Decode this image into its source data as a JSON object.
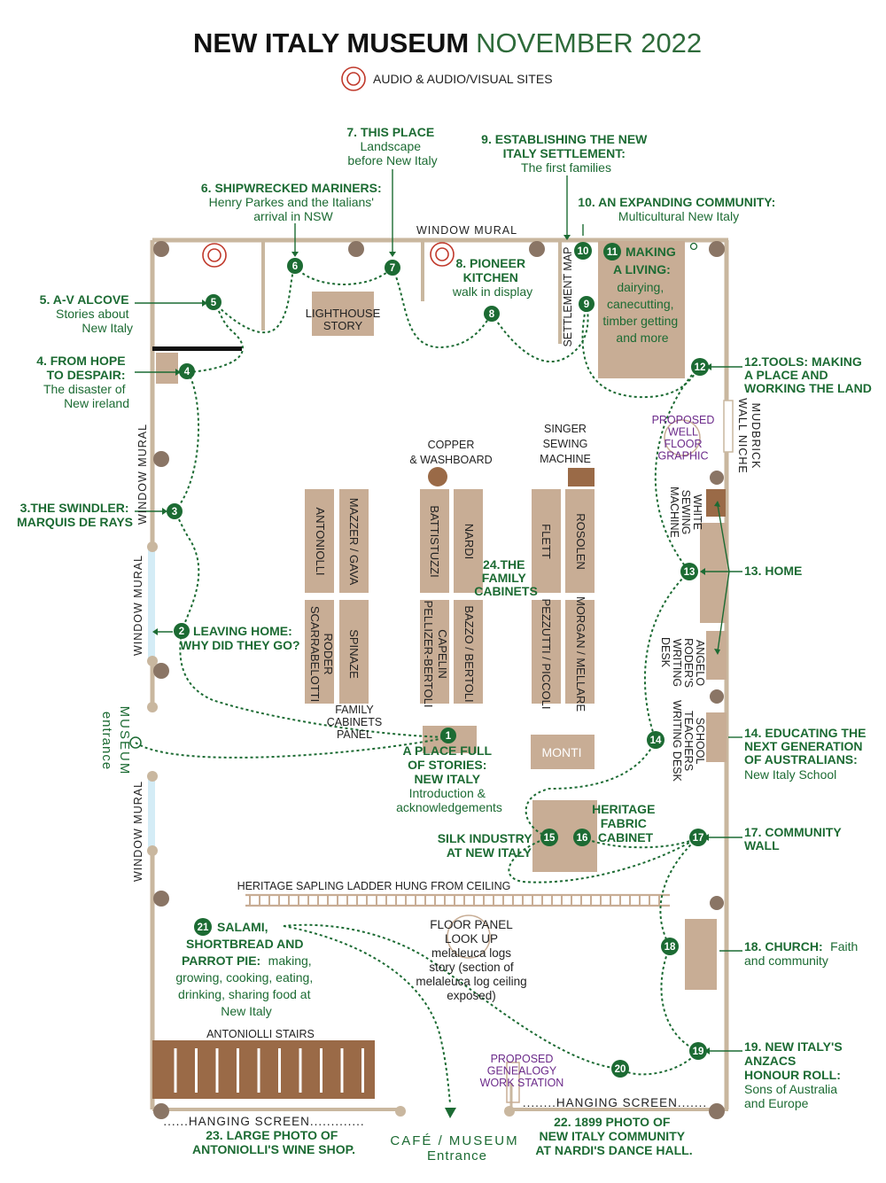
{
  "title": {
    "bold": "NEW ITALY MUSEUM",
    "light": "NOVEMBER 2022"
  },
  "legend": {
    "label": "AUDIO &  AUDIO/VISUAL SITES",
    "icon": "audio-site-icon"
  },
  "colors": {
    "green": "#1c6b33",
    "tan": "#c8ad95",
    "wall": "#c9b79f",
    "brown": "#9a6a47",
    "purple": "#6b2a8a",
    "window": "#d4ecf6"
  },
  "walls": {
    "window_mural_top": "WINDOW MURAL",
    "window_mural_left_1": "WINDOW MURAL",
    "window_mural_left_2": "WINDOW MURAL",
    "window_mural_left_3": "WINDOW MURAL",
    "settlement_map": "SETTLEMENT MAP",
    "mudbrick": [
      "MUDBRICK",
      "WALL NICHE"
    ],
    "heritage_ladder": "HERITAGE SAPLING LADDER HUNG FROM CEILING",
    "hanging_screen_left": "......HANGING SCREEN.............",
    "hanging_screen_right": "........HANGING SCREEN.......",
    "antoniolli_stairs": "ANTONIOLLI STAIRS"
  },
  "entrances": {
    "museum": [
      "MUSEUM",
      "entrance"
    ],
    "cafe": [
      "CAFÉ / MUSEUM",
      "Entrance"
    ]
  },
  "objects": {
    "lighthouse": [
      "LIGHTHOUSE",
      "STORY"
    ],
    "copper": [
      "COPPER",
      "& WASHBOARD"
    ],
    "singer": [
      "SINGER",
      "SEWING",
      "MACHINE"
    ],
    "white_sewing": [
      "WHITE",
      "SEWING",
      "MACHINE"
    ],
    "angelo_desk": [
      "ANGELO",
      "RODER'S",
      "WRITING",
      "DESK"
    ],
    "school_desk": [
      "SCHOOL",
      "TEACHERS",
      "WRITING DESK"
    ],
    "family_panel": [
      "FAMILY",
      "CABINETS",
      "PANEL"
    ],
    "monti": "MONTI",
    "proposed_well": [
      "PROPOSED",
      "WELL",
      "FLOOR",
      "GRAPHIC"
    ],
    "proposed_genealogy": [
      "PROPOSED",
      "GENEALOGY",
      "WORK STATION"
    ],
    "floor_panel": [
      "FLOOR PANEL",
      "LOOK UP",
      "melaleuca logs",
      "story (section of",
      "melaleuca log ceiling",
      "exposed)"
    ]
  },
  "cabinets": {
    "c1": "ANTONIOLLI",
    "c2": "MAZZER / GAVA",
    "c3": "BATTISTUZZI",
    "c4": "NARDI",
    "c5": "FLETT",
    "c6": "ROSOLEN",
    "c7": "SCARRABELOTTI",
    "c7b": "RODER",
    "c8": "SPINAZE",
    "c9": "PELLIZER-BERTOLI",
    "c9b": "CAPELIN",
    "c10": "BAZZO / BERTOLI",
    "c11": "PEZZUTTI / PICCOLI",
    "c12": "MORGAN / MELLARE"
  },
  "stops": {
    "s1": {
      "num": "1",
      "lines": [
        "A PLACE FULL",
        "OF STORIES:",
        "NEW ITALY"
      ],
      "sub": [
        "Introduction &",
        "acknowledgements"
      ]
    },
    "s2": {
      "num": "2",
      "lines": [
        "LEAVING HOME:",
        "WHY DID THEY GO?"
      ]
    },
    "s3": {
      "num": "3",
      "lines": [
        "3.THE SWINDLER:",
        "MARQUIS DE RAYS"
      ]
    },
    "s4": {
      "num": "4",
      "lines": [
        "4. FROM HOPE",
        "TO DESPAIR:"
      ],
      "sub": [
        "The disaster of",
        "New ireland"
      ]
    },
    "s5": {
      "num": "5",
      "lines": [
        "5. A-V ALCOVE"
      ],
      "sub": [
        "Stories about",
        "New Italy"
      ]
    },
    "s6": {
      "num": "6",
      "lines": [
        "6. SHIPWRECKED MARINERS:"
      ],
      "sub": [
        "Henry Parkes and the Italians'",
        "arrival in NSW"
      ]
    },
    "s7": {
      "num": "7",
      "lines": [
        "7. THIS PLACE"
      ],
      "sub": [
        "Landscape",
        "before New Italy"
      ]
    },
    "s8": {
      "num": "8",
      "lines": [
        "8. PIONEER",
        "KITCHEN"
      ],
      "sub": [
        "walk in display"
      ]
    },
    "s9": {
      "num": "9",
      "lines": [
        "9. ESTABLISHING THE NEW",
        "ITALY SETTLEMENT:"
      ],
      "sub": [
        "The first families"
      ]
    },
    "s10": {
      "num": "10",
      "lines": [
        "10. AN EXPANDING COMMUNITY:"
      ],
      "sub": [
        "Multicultural New Italy"
      ]
    },
    "s11": {
      "num": "11",
      "lines": [
        "MAKING",
        "A LIVING:"
      ],
      "sub": [
        "dairying,",
        "canecutting,",
        "timber getting",
        "and more"
      ]
    },
    "s12": {
      "num": "12",
      "lines": [
        "12.TOOLS: MAKING",
        "A PLACE  AND",
        "WORKING THE LAND"
      ]
    },
    "s13": {
      "num": "13",
      "lines": [
        "13. HOME"
      ]
    },
    "s14": {
      "num": "14",
      "lines": [
        "14. EDUCATING THE",
        "NEXT GENERATION",
        "OF AUSTRALIANS:"
      ],
      "sub": [
        "New Italy School"
      ]
    },
    "s15": {
      "num": "15",
      "lines": [
        "SILK INDUSTRY",
        "AT NEW ITALY"
      ]
    },
    "s16": {
      "num": "16",
      "lines": [
        "HERITAGE",
        "FABRIC",
        "CABINET"
      ]
    },
    "s17": {
      "num": "17",
      "lines": [
        "17. COMMUNITY",
        "WALL"
      ]
    },
    "s18": {
      "num": "18",
      "lines": [
        "18. CHURCH:"
      ],
      "inline": "Faith",
      "sub": [
        "and community"
      ]
    },
    "s19": {
      "num": "19",
      "lines": [
        "19. NEW ITALY'S",
        "ANZACS",
        "HONOUR ROLL:"
      ],
      "sub": [
        "Sons of Australia",
        "and Europe"
      ]
    },
    "s20": {
      "num": "20"
    },
    "s21": {
      "num": "21",
      "lines": [
        "SALAMI,",
        "SHORTBREAD AND",
        "PARROT PIE:"
      ],
      "inline": "making,",
      "sub": [
        "growing, cooking, eating,",
        "drinking, sharing food at",
        "New Italy"
      ]
    },
    "s22": {
      "lines": [
        "22. 1899 PHOTO OF",
        "NEW ITALY COMMUNITY",
        "AT NARDI'S DANCE HALL."
      ]
    },
    "s23": {
      "lines": [
        "23. LARGE PHOTO OF",
        "ANTONIOLLI'S WINE SHOP."
      ]
    },
    "s24": {
      "lines": [
        "24.THE",
        "FAMILY",
        "CABINETS"
      ]
    }
  }
}
